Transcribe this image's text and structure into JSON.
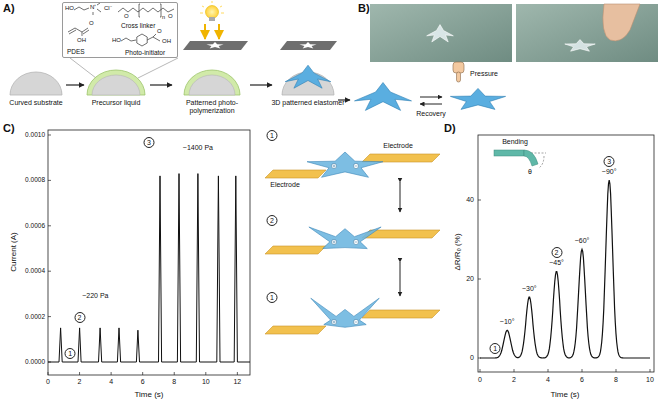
{
  "diagram": {
    "nodes": [
      {
        "text": [
          "PDES",
          "Cross linker",
          "Photo-initiator"
        ]
      }
    ],
    "labels": [
      "A)",
      "HO",
      "N⁺",
      "Cl⁻",
      "O",
      "OH",
      "O",
      "O",
      "n",
      "HO",
      "O",
      "OH",
      "Curved substrate",
      "Precursor liquid",
      "Patterned photo-polymerization",
      "3D patterned elastomer",
      "B)",
      "Pressure",
      "Recovery",
      "C)",
      "Current (A)",
      "0.0000",
      "0.0002",
      "0.0004",
      "0.0006",
      "0.0008",
      "0.0010",
      "0",
      "2",
      "4",
      "6",
      "8",
      "10",
      "12",
      "Time (s)",
      "~220 Pa",
      "~1400 Pa",
      "1",
      "2",
      "3",
      "Electrode",
      "Electrode",
      "1",
      "2",
      "1",
      "D)",
      "ΔR/R₀ (%)",
      "0",
      "20",
      "40",
      "0",
      "2",
      "4",
      "6",
      "8",
      "10",
      "Time (s)",
      "~10°",
      "~30°",
      "~45°",
      "~60°",
      "~90°",
      "1",
      "2",
      "3",
      "Bending",
      "θ"
    ]
  }
}
